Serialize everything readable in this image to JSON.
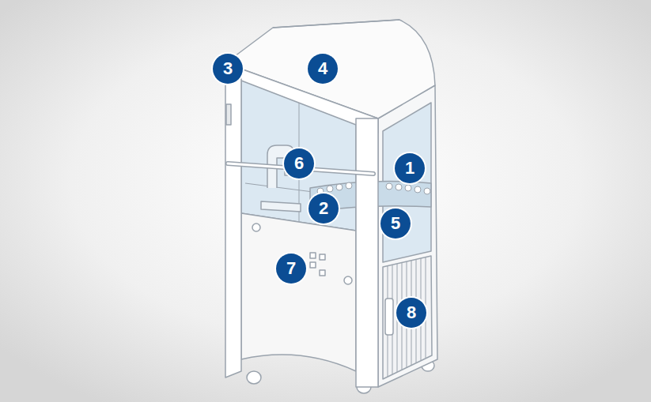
{
  "diagram": {
    "labels": [
      "3",
      "4",
      "6",
      "1",
      "2",
      "5",
      "7",
      "8"
    ]
  }
}
